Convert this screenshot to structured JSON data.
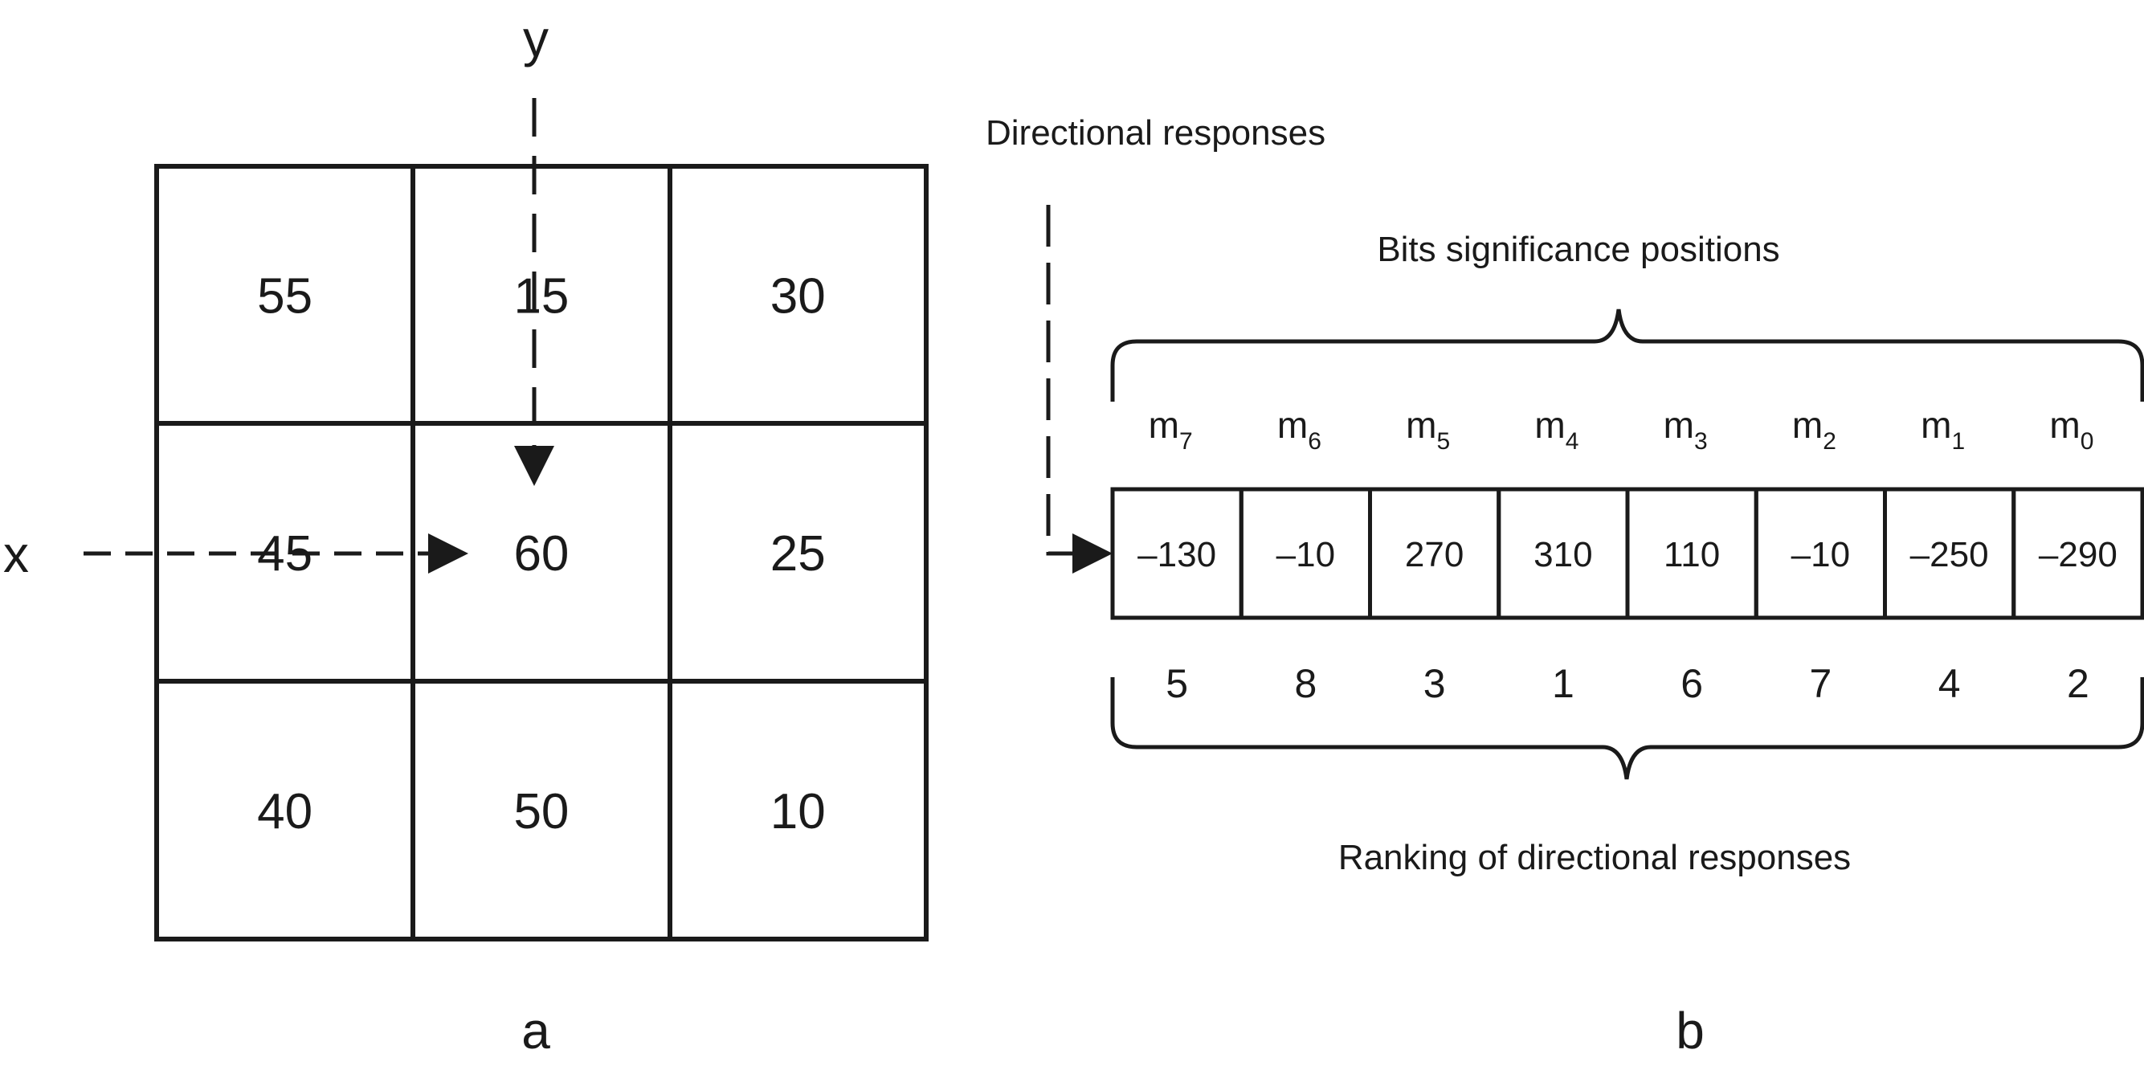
{
  "panel_a": {
    "label": "a",
    "axis_x_label": "x",
    "axis_y_label": "y",
    "grid": [
      [
        "55",
        "15",
        "30"
      ],
      [
        "45",
        "60",
        "25"
      ],
      [
        "40",
        "50",
        "10"
      ]
    ]
  },
  "panel_b": {
    "label": "b",
    "title_directional": "Directional responses",
    "title_bits": "Bits significance positions",
    "title_ranking": "Ranking of directional responses",
    "bits": [
      {
        "base": "m",
        "sub": "7",
        "response": "–130",
        "rank": "5"
      },
      {
        "base": "m",
        "sub": "6",
        "response": "–10",
        "rank": "8"
      },
      {
        "base": "m",
        "sub": "5",
        "response": "270",
        "rank": "3"
      },
      {
        "base": "m",
        "sub": "4",
        "response": "310",
        "rank": "1"
      },
      {
        "base": "m",
        "sub": "3",
        "response": "110",
        "rank": "6"
      },
      {
        "base": "m",
        "sub": "2",
        "response": "–10",
        "rank": "7"
      },
      {
        "base": "m",
        "sub": "1",
        "response": "–250",
        "rank": "4"
      },
      {
        "base": "m",
        "sub": "0",
        "response": "–290",
        "rank": "2"
      }
    ]
  }
}
